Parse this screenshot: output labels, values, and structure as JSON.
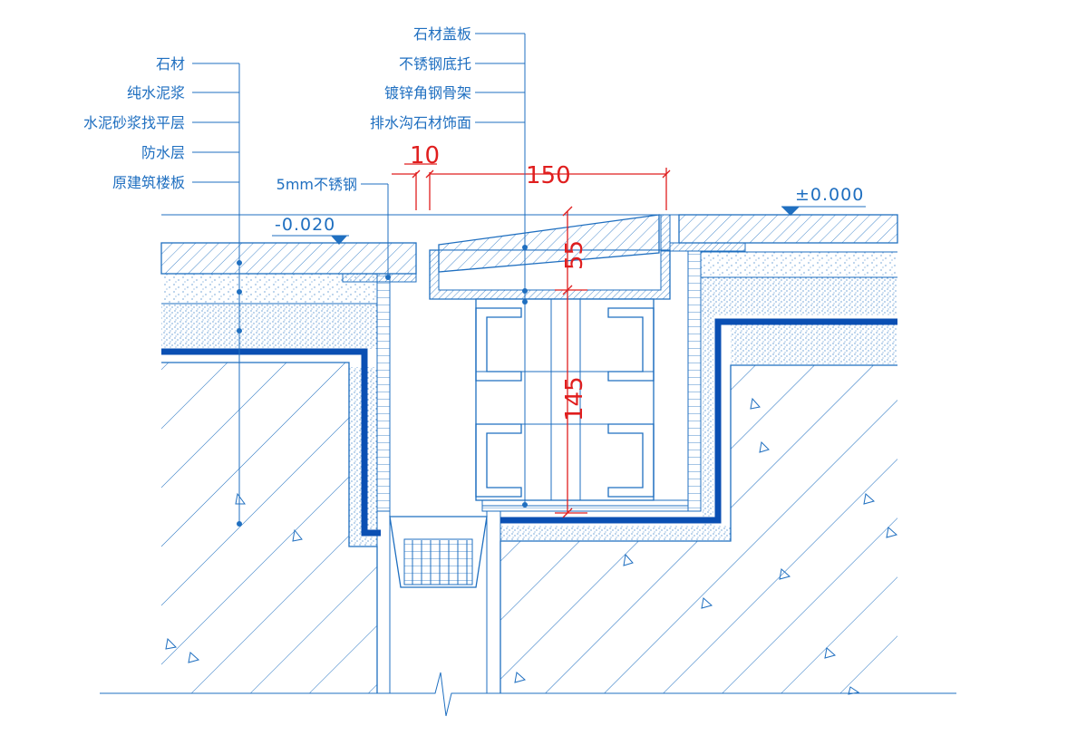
{
  "labels_left": [
    "石材",
    "纯水泥浆",
    "水泥砂浆找平层",
    "防水层",
    "原建筑楼板"
  ],
  "labels_top": [
    "石材盖板",
    "不锈钢底托",
    "镀锌角钢骨架",
    "排水沟石材饰面"
  ],
  "label_steel": "5mm不锈钢",
  "levels": {
    "left": "-0.020",
    "right": "±0.000"
  },
  "dimensions": {
    "gap": "10",
    "width": "150",
    "cover_height": "55",
    "frame_height": "145"
  },
  "colors": {
    "line": "#1f6fc0",
    "waterproof": "#0a4fb3",
    "dimension": "#e01e1e"
  }
}
